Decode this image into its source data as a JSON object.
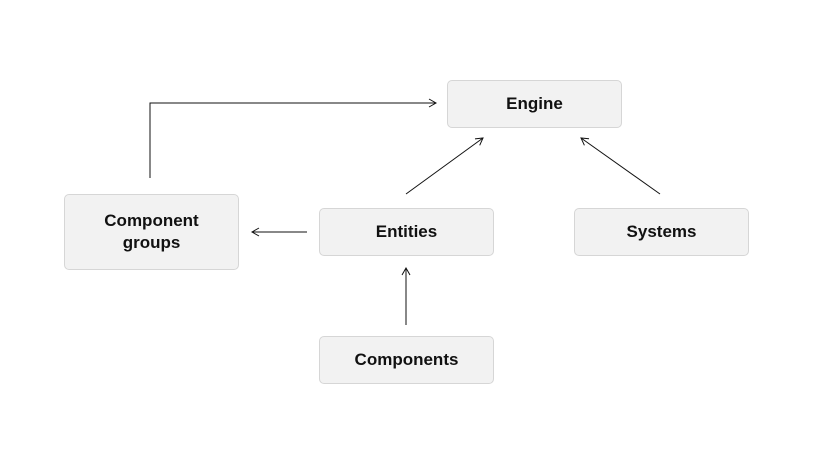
{
  "diagram": {
    "nodes": {
      "engine": "Engine",
      "component_groups": "Component\ngroups",
      "entities": "Entities",
      "systems": "Systems",
      "components": "Components"
    },
    "edges": [
      {
        "from": "component_groups",
        "to": "engine"
      },
      {
        "from": "entities",
        "to": "engine"
      },
      {
        "from": "systems",
        "to": "engine"
      },
      {
        "from": "entities",
        "to": "component_groups"
      },
      {
        "from": "components",
        "to": "entities"
      }
    ]
  }
}
